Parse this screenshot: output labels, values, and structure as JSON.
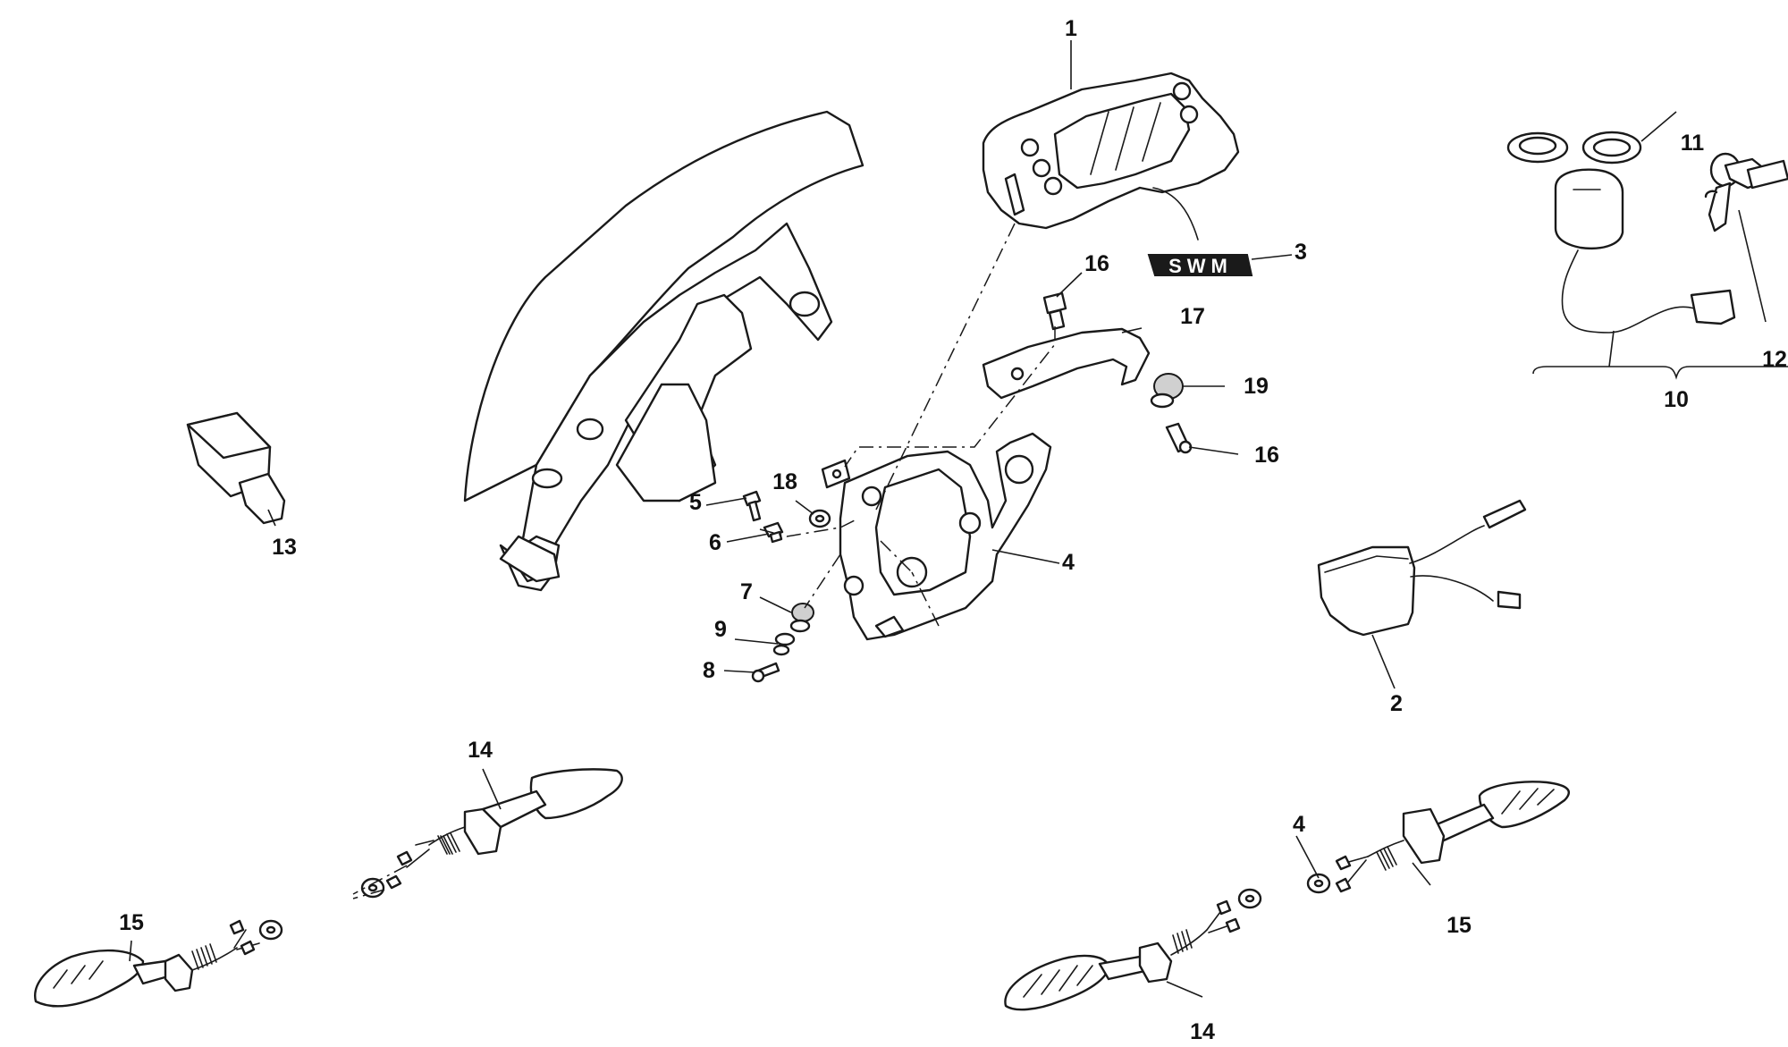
{
  "callouts": {
    "c1": "1",
    "c2": "2",
    "c3": "3",
    "c4a": "4",
    "c4b": "4",
    "c5": "5",
    "c6": "6",
    "c7": "7",
    "c8": "8",
    "c9": "9",
    "c10": "10",
    "c11": "11",
    "c12": "12",
    "c13": "13",
    "c14a": "14",
    "c14b": "14",
    "c15a": "15",
    "c15b": "15",
    "c16a": "16",
    "c16b": "16",
    "c17": "17",
    "c18": "18",
    "c19": "19"
  },
  "decal_text": "SWM",
  "colors": {
    "line": "#1a1a1a",
    "background": "#ffffff",
    "decal": "#1a1a1a"
  }
}
